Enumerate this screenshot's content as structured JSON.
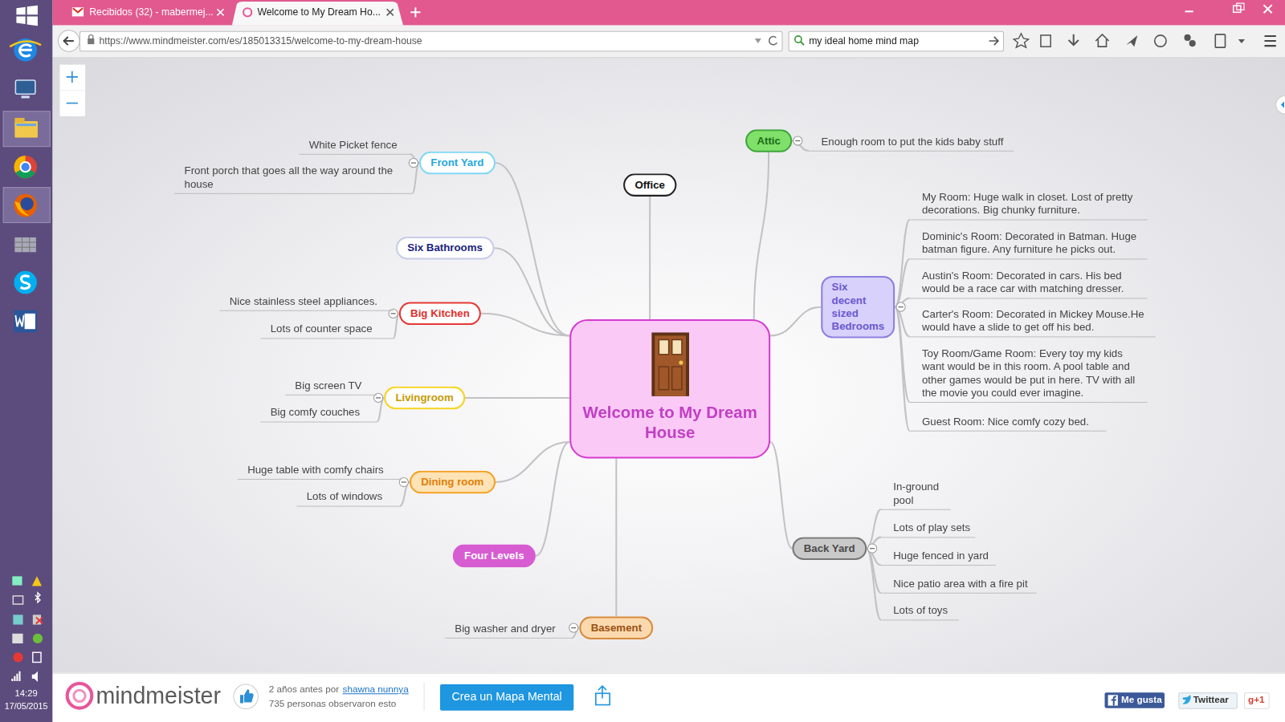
{
  "diagram": {
    "nodes": [
      {
        "text": [
          "Welcome to My Dream House"
        ]
      },
      {
        "text": [
          "Front Yard"
        ]
      },
      {
        "text": [
          "White Picket fence"
        ]
      },
      {
        "text": [
          "Front porch that goes all the way around the house"
        ]
      },
      {
        "text": [
          "Office"
        ]
      },
      {
        "text": [
          "Attic"
        ]
      },
      {
        "text": [
          "Enough room to put the kids baby stuff"
        ]
      },
      {
        "text": [
          "Six Bathrooms"
        ]
      },
      {
        "text": [
          "Big Kitchen"
        ]
      },
      {
        "text": [
          "Nice stainless steel appliances."
        ]
      },
      {
        "text": [
          "Lots of counter space"
        ]
      },
      {
        "text": [
          "Livingroom"
        ]
      },
      {
        "text": [
          "Big screen TV"
        ]
      },
      {
        "text": [
          "Big comfy couches"
        ]
      },
      {
        "text": [
          "Six decent sized Bedrooms"
        ]
      },
      {
        "text": [
          "My Room: Huge walk in closet. Lost of pretty decorations. Big chunky furniture."
        ]
      },
      {
        "text": [
          "Dominic's Room: Decorated in Batman. Huge batman figure. Any furniture he picks out."
        ]
      },
      {
        "text": [
          "Austin's Room: Decorated in cars. His bed would be a race car with matching dresser."
        ]
      },
      {
        "text": [
          "Carter's Room: Decorated in Mickey Mouse.He would have a slide to get off his bed."
        ]
      },
      {
        "text": [
          "Toy Room/Game Room: Every toy my kids want would be in this room. A pool table and other games would be put in here. TV with all the movie you could ever imagine."
        ]
      },
      {
        "text": [
          "Guest Room: Nice comfy cozy bed."
        ]
      },
      {
        "text": [
          "Dining room"
        ]
      },
      {
        "text": [
          "Huge table with comfy chairs"
        ]
      },
      {
        "text": [
          "Lots of windows"
        ]
      },
      {
        "text": [
          "Back Yard"
        ]
      },
      {
        "text": [
          "In-ground pool"
        ]
      },
      {
        "text": [
          "Lots of play sets"
        ]
      },
      {
        "text": [
          "Huge fenced in yard"
        ]
      },
      {
        "text": [
          "Nice patio area with a fire pit"
        ]
      },
      {
        "text": [
          "Lots of toys"
        ]
      },
      {
        "text": [
          "Four Levels"
        ]
      },
      {
        "text": [
          "Basement"
        ]
      },
      {
        "text": [
          "Big washer and dryer"
        ]
      }
    ],
    "edges": [
      {
        "from": 0,
        "to": 1,
        "arrow": "none"
      },
      {
        "from": 0,
        "to": 4,
        "arrow": "none"
      },
      {
        "from": 0,
        "to": 5,
        "arrow": "none"
      },
      {
        "from": 0,
        "to": 7,
        "arrow": "none"
      },
      {
        "from": 0,
        "to": 8,
        "arrow": "none"
      },
      {
        "from": 0,
        "to": 11,
        "arrow": "none"
      },
      {
        "from": 0,
        "to": 14,
        "arrow": "none"
      },
      {
        "from": 0,
        "to": 21,
        "arrow": "none"
      },
      {
        "from": 0,
        "to": 24,
        "arrow": "none"
      },
      {
        "from": 0,
        "to": 30,
        "arrow": "none"
      },
      {
        "from": 0,
        "to": 31,
        "arrow": "none"
      },
      {
        "from": 1,
        "to": 2,
        "arrow": "none"
      },
      {
        "from": 1,
        "to": 3,
        "arrow": "none"
      },
      {
        "from": 5,
        "to": 6,
        "arrow": "none"
      },
      {
        "from": 8,
        "to": 9,
        "arrow": "none"
      },
      {
        "from": 8,
        "to": 10,
        "arrow": "none"
      },
      {
        "from": 11,
        "to": 12,
        "arrow": "none"
      },
      {
        "from": 11,
        "to": 13,
        "arrow": "none"
      },
      {
        "from": 14,
        "to": 15,
        "arrow": "none"
      },
      {
        "from": 14,
        "to": 16,
        "arrow": "none"
      },
      {
        "from": 14,
        "to": 17,
        "arrow": "none"
      },
      {
        "from": 14,
        "to": 18,
        "arrow": "none"
      },
      {
        "from": 14,
        "to": 19,
        "arrow": "none"
      },
      {
        "from": 14,
        "to": 20,
        "arrow": "none"
      },
      {
        "from": 21,
        "to": 22,
        "arrow": "none"
      },
      {
        "from": 21,
        "to": 23,
        "arrow": "none"
      },
      {
        "from": 24,
        "to": 25,
        "arrow": "none"
      },
      {
        "from": 24,
        "to": 26,
        "arrow": "none"
      },
      {
        "from": 24,
        "to": 27,
        "arrow": "none"
      },
      {
        "from": 24,
        "to": 28,
        "arrow": "none"
      },
      {
        "from": 24,
        "to": 29,
        "arrow": "none"
      },
      {
        "from": 31,
        "to": 32,
        "arrow": "none"
      }
    ],
    "labels": [
      "Recibidos (32) - mabermej...",
      "Welcome to My Dream Ho...",
      "https://www.mindmeister.com/es/185013315/welcome-to-my-dream-house",
      "my ideal home mind map",
      "14:29",
      "17/05/2015",
      "mindmeister",
      "2 años antes por",
      "shawna nunnya",
      "735 personas observaron esto",
      "Crea un Mapa Mental",
      "Me gusta",
      "Twittear",
      "g+1"
    ]
  }
}
